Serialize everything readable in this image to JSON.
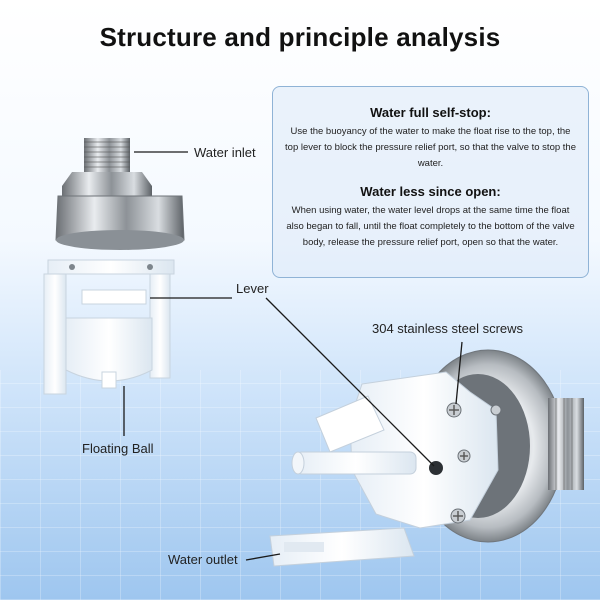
{
  "title": "Structure and principle analysis",
  "info": {
    "heading1": "Water full self-stop:",
    "text1": "Use the buoyancy of the water to make the float rise to the top, the top lever to block the pressure relief port, so that the valve to stop the water.",
    "heading2": "Water less since open:",
    "text2": "When using water, the water level drops at the same time the float also began to fall, until the float completely to the bottom of the valve body, release the pressure relief port, open so that the water."
  },
  "labels": {
    "water_inlet": "Water inlet",
    "lever": "Lever",
    "floating_ball": "Floating Ball",
    "screws": "304 stainless steel screws",
    "water_outlet": "Water outlet"
  },
  "colors": {
    "accent_panel_border": "#8fb3d6",
    "background_bottom": "#9ec6ef"
  }
}
